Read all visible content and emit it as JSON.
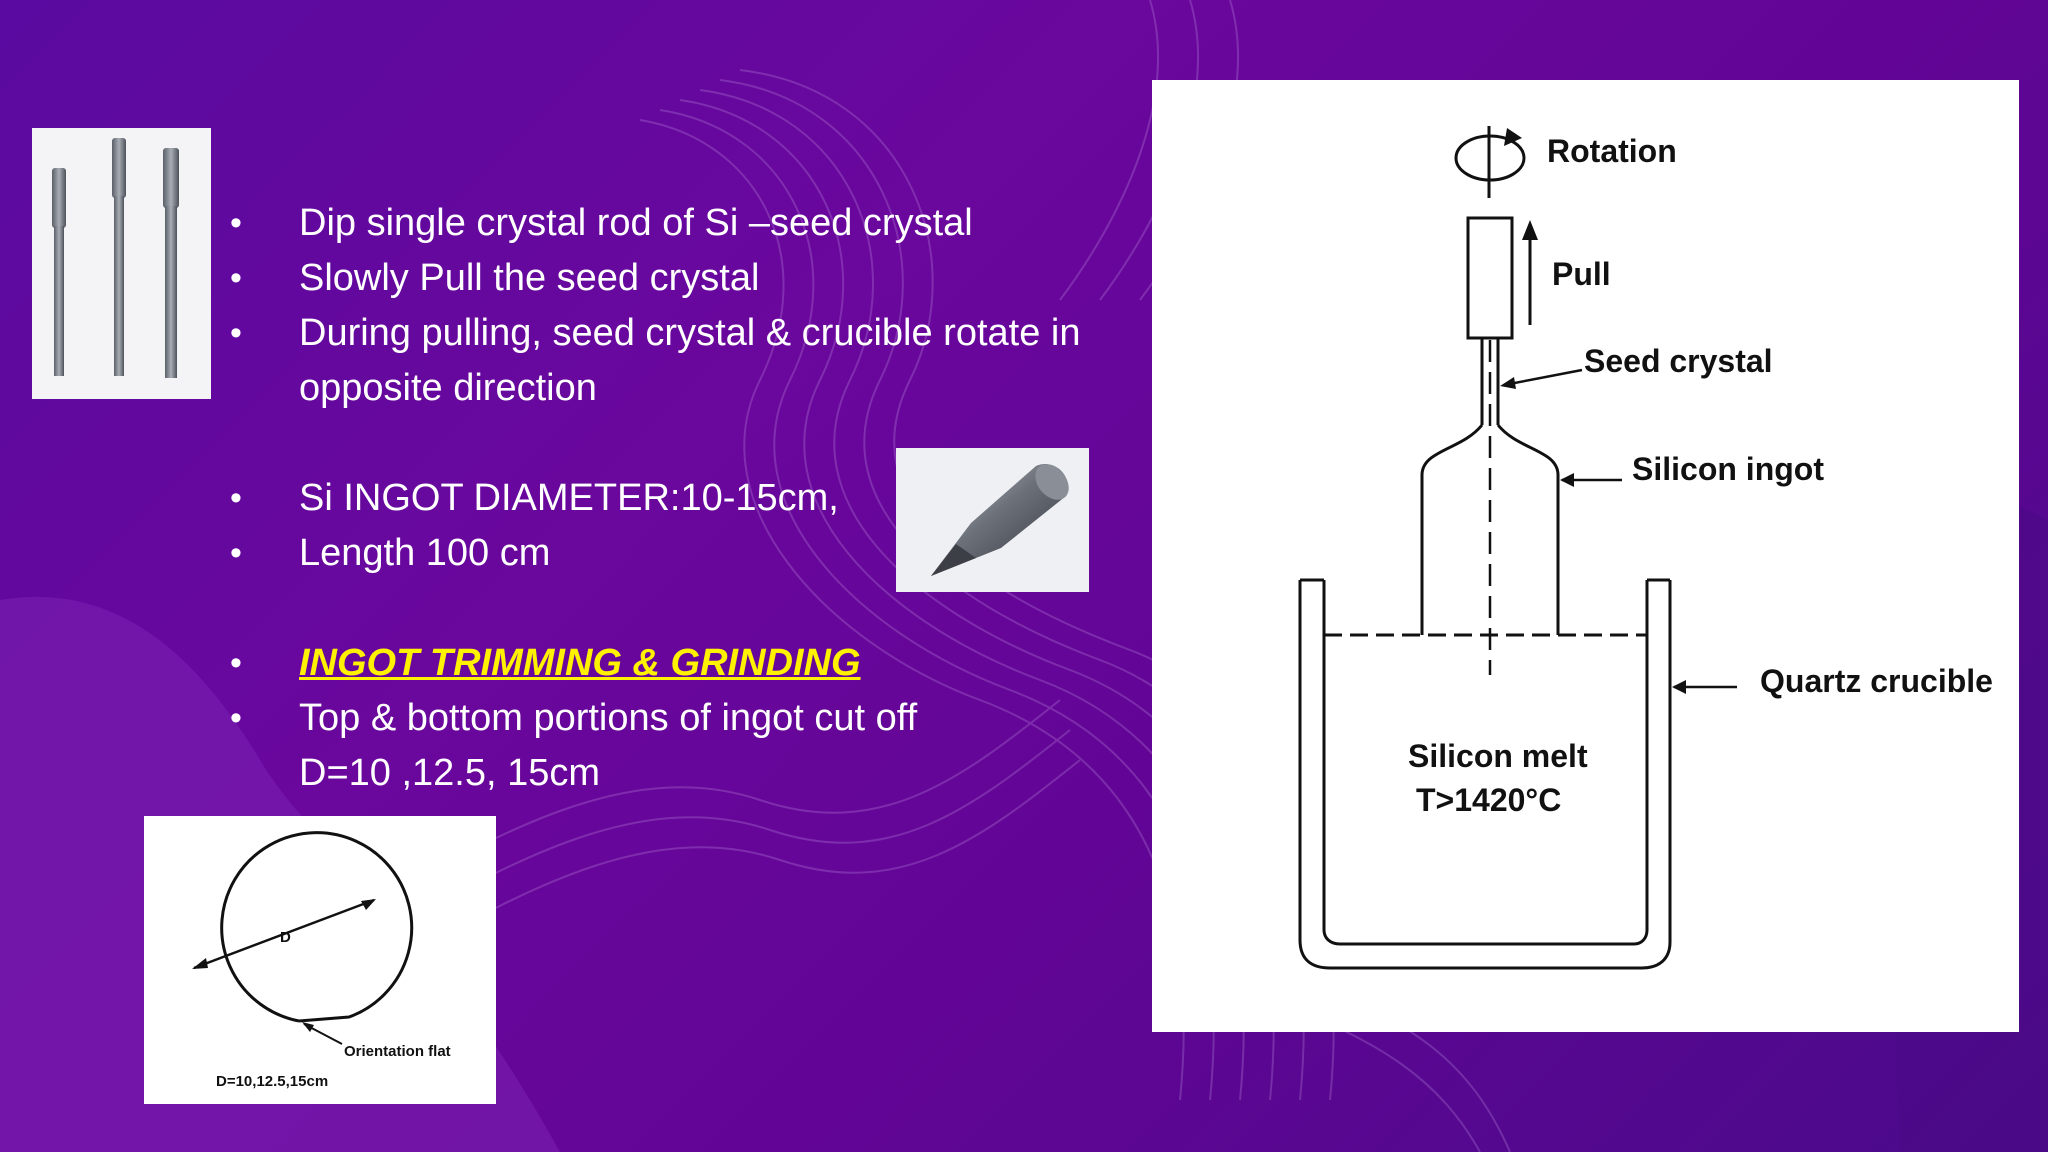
{
  "bullets": [
    {
      "text": "Dip single crystal rod of Si –seed crystal"
    },
    {
      "text": "Slowly Pull the seed crystal"
    },
    {
      "text": "During pulling, seed crystal & crucible rotate in opposite direction"
    },
    {
      "text": "Si INGOT DIAMETER:10-15cm,"
    },
    {
      "text": "Length 100 cm"
    },
    {
      "text": "INGOT TRIMMING & GRINDING",
      "highlight": true
    },
    {
      "text": "Top & bottom portions of ingot cut off"
    },
    {
      "text": "D=10 ,12.5, 15cm",
      "noBullet": true
    }
  ],
  "wafer_diagram": {
    "center_label": "D",
    "flat_label": "Orientation flat",
    "bottom_label": "D=10,12.5,15cm"
  },
  "cz_diagram": {
    "rotation": "Rotation",
    "pull": "Pull",
    "seed": "Seed crystal",
    "ingot": "Silicon ingot",
    "crucible": "Quartz crucible",
    "melt_line1": "Silicon melt",
    "melt_line2": "T>1420°C"
  },
  "colors": {
    "background": "#6a079d",
    "highlight": "#fff200",
    "text": "#ffffff"
  }
}
